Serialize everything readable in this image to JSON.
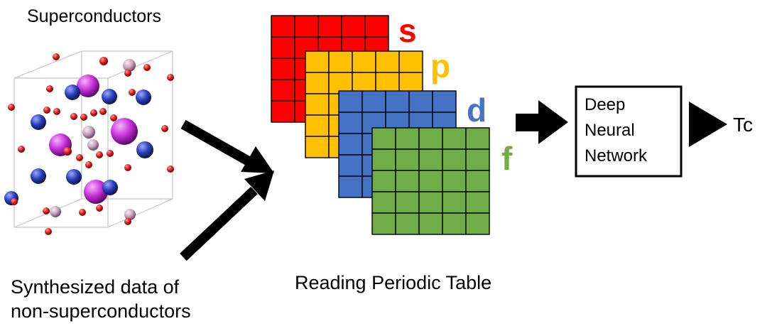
{
  "labels": {
    "superconductors": "Superconductors",
    "synthesized_line1": "Synthesized data of",
    "synthesized_line2": "non-superconductors",
    "reading_periodic_table": "Reading Periodic Table",
    "dnn_line1": "Deep",
    "dnn_line2": "Neural",
    "dnn_line3": "Network",
    "output": "Tc"
  },
  "grids": [
    {
      "orbital": "s",
      "color": "#ff0000"
    },
    {
      "orbital": "p",
      "color": "#ffc000"
    },
    {
      "orbital": "d",
      "color": "#4472c4"
    },
    {
      "orbital": "f",
      "color": "#70ad47"
    }
  ],
  "colors": {
    "atom_red": "#d81e1e",
    "atom_blue": "#2a3fb8",
    "atom_magenta": "#c530d8",
    "atom_pink": "#c8a3c0",
    "arrow": "#000000",
    "cell_line": "#000000"
  }
}
